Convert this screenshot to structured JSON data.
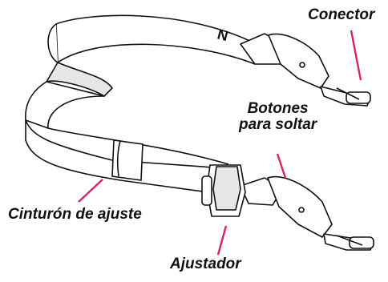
{
  "callouts": {
    "connector": "Conector",
    "release_buttons_line1": "Botones",
    "release_buttons_line2": "para soltar",
    "adjust_belt": "Cinturón de ajuste",
    "adjuster": "Ajustador"
  },
  "colors": {
    "leader_line": "#d6226f",
    "outline": "#111111",
    "fill": "#ffffff",
    "shade": "#e6e6e6"
  },
  "belt_logo_text": "N"
}
